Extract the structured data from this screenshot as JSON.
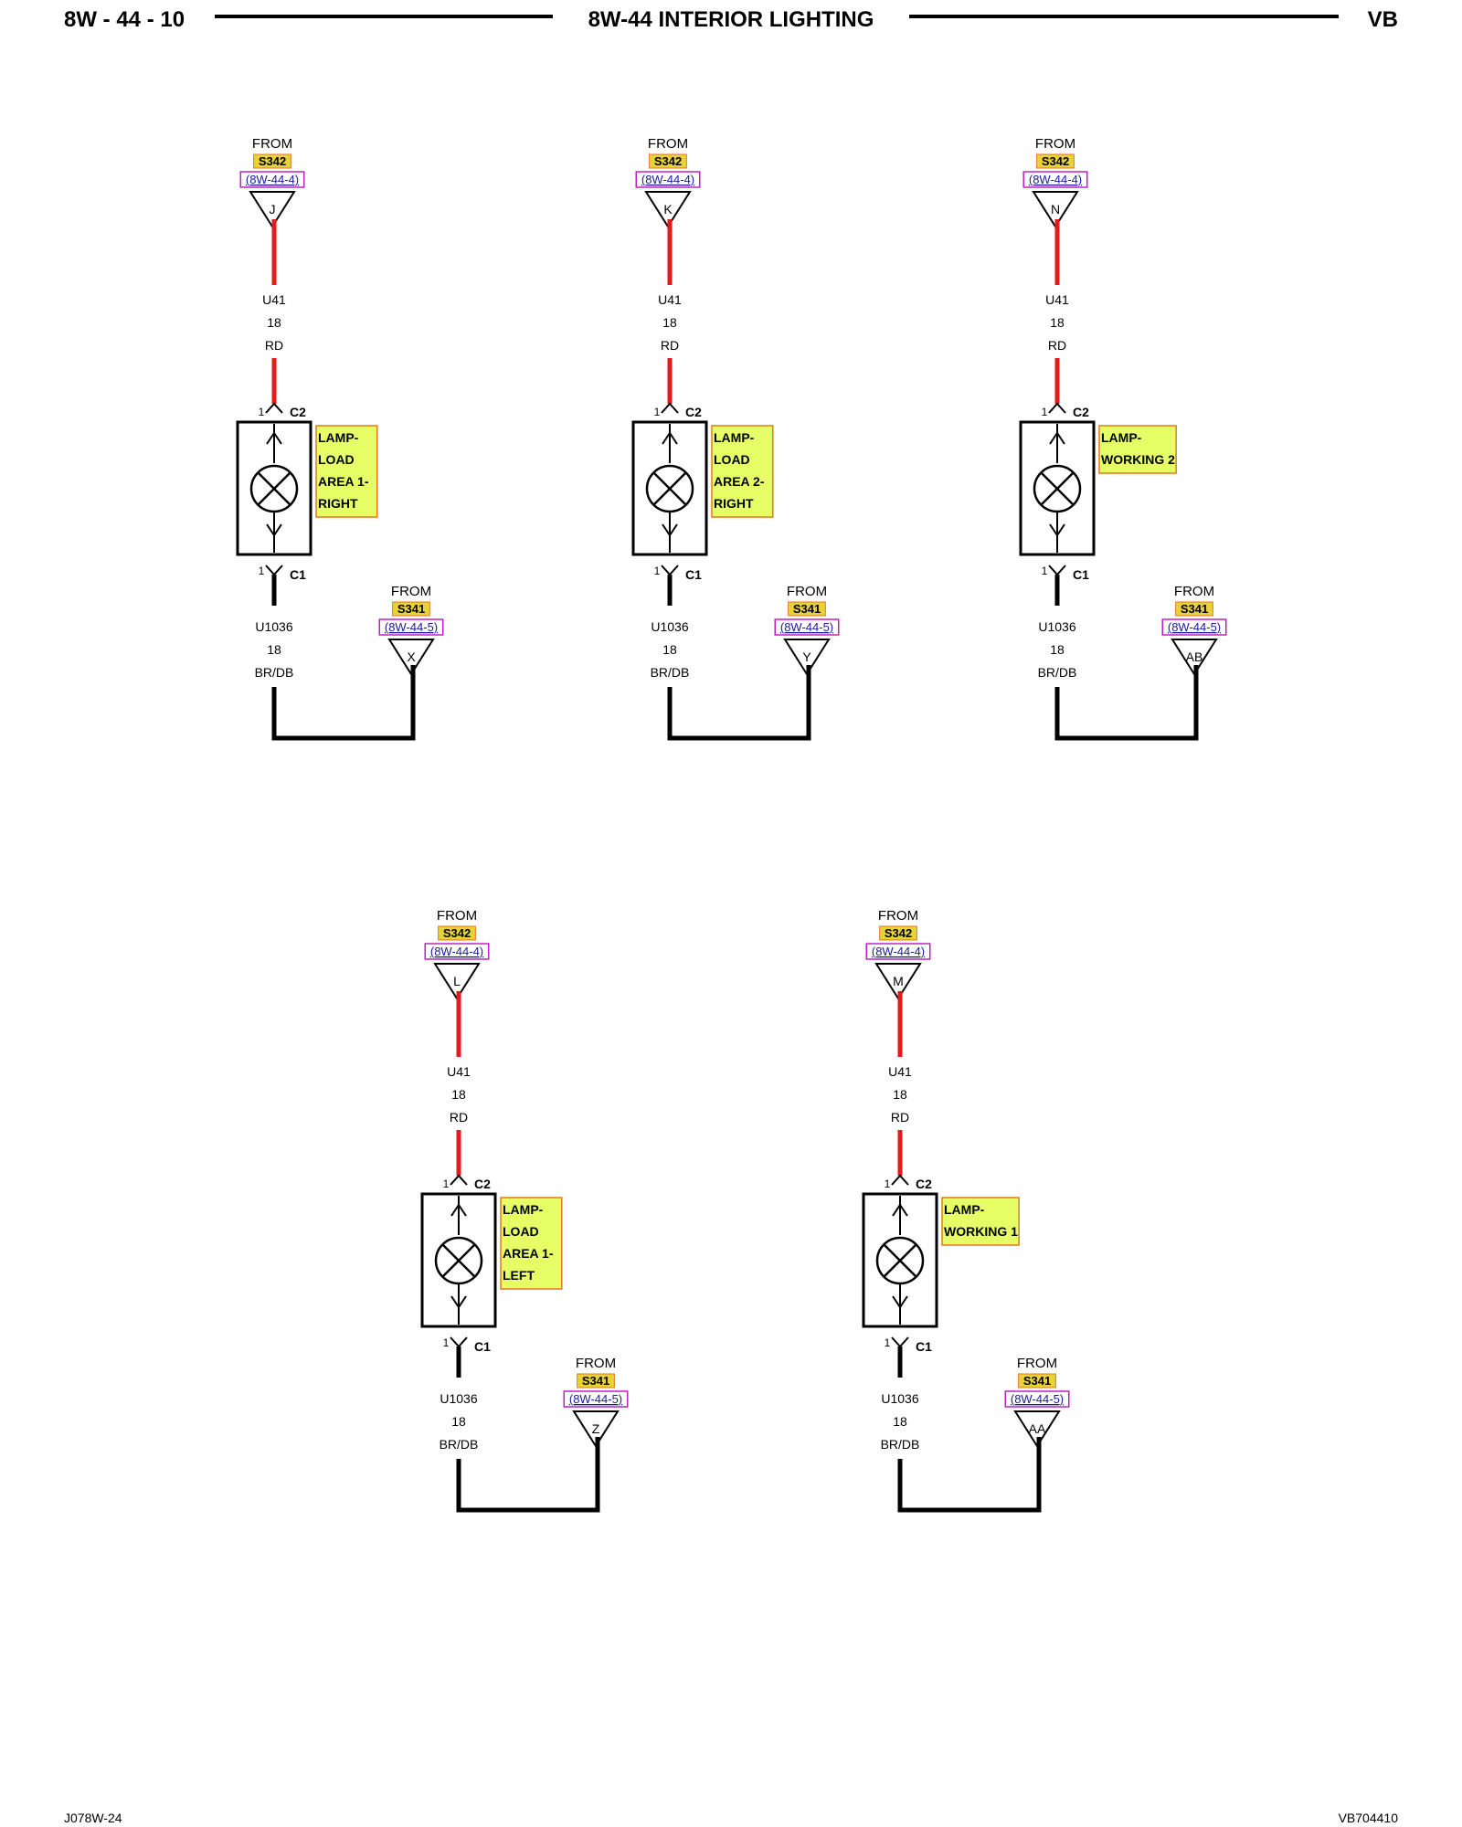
{
  "header": {
    "page_number": "8W - 44 - 10",
    "title": "8W-44 INTERIOR LIGHTING",
    "code": "VB"
  },
  "footer": {
    "left": "J078W-24",
    "right": "VB704410"
  },
  "colors": {
    "red_wire": "#e51b1b",
    "black_wire": "#000000",
    "splice_highlight": "#e8d23a",
    "label_highlight": "#e6ff66",
    "label_border": "#e07a1a",
    "ref_border": "#c020c0",
    "ref_text": "#1a1aa0"
  },
  "circuits": [
    {
      "id": "load-area-1-right",
      "top_from": {
        "from": "FROM",
        "splice": "S342",
        "ref": "(8W-44-4)",
        "pin": "J"
      },
      "top_wire": {
        "circuit": "U41",
        "gauge": "18",
        "color": "RD"
      },
      "top_connector": {
        "pin": "1",
        "name": "C2"
      },
      "lamp_label": [
        "LAMP-",
        "LOAD",
        "AREA 1-",
        "RIGHT"
      ],
      "bottom_connector": {
        "pin": "1",
        "name": "C1"
      },
      "bottom_wire": {
        "circuit": "U1036",
        "gauge": "18",
        "color": "BR/DB"
      },
      "ground_from": {
        "from": "FROM",
        "splice": "S341",
        "ref": "(8W-44-5)",
        "pin": "X"
      }
    },
    {
      "id": "load-area-2-right",
      "top_from": {
        "from": "FROM",
        "splice": "S342",
        "ref": "(8W-44-4)",
        "pin": "K"
      },
      "top_wire": {
        "circuit": "U41",
        "gauge": "18",
        "color": "RD"
      },
      "top_connector": {
        "pin": "1",
        "name": "C2"
      },
      "lamp_label": [
        "LAMP-",
        "LOAD",
        "AREA 2-",
        "RIGHT"
      ],
      "bottom_connector": {
        "pin": "1",
        "name": "C1"
      },
      "bottom_wire": {
        "circuit": "U1036",
        "gauge": "18",
        "color": "BR/DB"
      },
      "ground_from": {
        "from": "FROM",
        "splice": "S341",
        "ref": "(8W-44-5)",
        "pin": "Y"
      }
    },
    {
      "id": "working-2",
      "top_from": {
        "from": "FROM",
        "splice": "S342",
        "ref": "(8W-44-4)",
        "pin": "N"
      },
      "top_wire": {
        "circuit": "U41",
        "gauge": "18",
        "color": "RD"
      },
      "top_connector": {
        "pin": "1",
        "name": "C2"
      },
      "lamp_label": [
        "LAMP-",
        "WORKING 2"
      ],
      "bottom_connector": {
        "pin": "1",
        "name": "C1"
      },
      "bottom_wire": {
        "circuit": "U1036",
        "gauge": "18",
        "color": "BR/DB"
      },
      "ground_from": {
        "from": "FROM",
        "splice": "S341",
        "ref": "(8W-44-5)",
        "pin": "AB"
      }
    },
    {
      "id": "load-area-1-left",
      "top_from": {
        "from": "FROM",
        "splice": "S342",
        "ref": "(8W-44-4)",
        "pin": "L"
      },
      "top_wire": {
        "circuit": "U41",
        "gauge": "18",
        "color": "RD"
      },
      "top_connector": {
        "pin": "1",
        "name": "C2"
      },
      "lamp_label": [
        "LAMP-",
        "LOAD",
        "AREA 1-",
        "LEFT"
      ],
      "bottom_connector": {
        "pin": "1",
        "name": "C1"
      },
      "bottom_wire": {
        "circuit": "U1036",
        "gauge": "18",
        "color": "BR/DB"
      },
      "ground_from": {
        "from": "FROM",
        "splice": "S341",
        "ref": "(8W-44-5)",
        "pin": "Z"
      }
    },
    {
      "id": "working-1",
      "top_from": {
        "from": "FROM",
        "splice": "S342",
        "ref": "(8W-44-4)",
        "pin": "M"
      },
      "top_wire": {
        "circuit": "U41",
        "gauge": "18",
        "color": "RD"
      },
      "top_connector": {
        "pin": "1",
        "name": "C2"
      },
      "lamp_label": [
        "LAMP-",
        "WORKING 1"
      ],
      "bottom_connector": {
        "pin": "1",
        "name": "C1"
      },
      "bottom_wire": {
        "circuit": "U1036",
        "gauge": "18",
        "color": "BR/DB"
      },
      "ground_from": {
        "from": "FROM",
        "splice": "S341",
        "ref": "(8W-44-5)",
        "pin": "AA"
      }
    }
  ]
}
